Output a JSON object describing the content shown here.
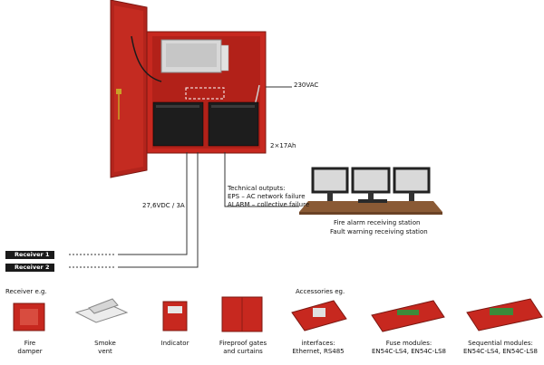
{
  "labels": {
    "voltage_ac": "230VAC",
    "battery": "2×17Ah",
    "output_dc": "27,6VDC / 3A",
    "tech_outputs": "Technical outputs:",
    "eps": "EPS – AC network failure",
    "alarm": "ALARM – collective failure",
    "station_fire": "Fire alarm receiving station",
    "station_fault": "Fault warning receiving station",
    "receiver1": "Receiver 1",
    "receiver2": "Receiver 2",
    "receiver_eg": "Receiver e.g.",
    "accessories_eg": "Accessories eg."
  },
  "receivers": [
    {
      "line1": "Fire",
      "line2": "damper"
    },
    {
      "line1": "Smoke",
      "line2": "vent"
    },
    {
      "line1": "Indicator",
      "line2": ""
    },
    {
      "line1": "Fireproof gates",
      "line2": "and curtains"
    }
  ],
  "accessories": [
    {
      "line1": "interfaces:",
      "line2": "Ethernet, RS485"
    },
    {
      "line1": "Fuse modules:",
      "line2": "EN54C-LS4, EN54C-LS8"
    },
    {
      "line1": "Sequential modules:",
      "line2": "EN54C-LS4, EN54C-LS8"
    }
  ],
  "colors": {
    "cabinet_red": "#c7281f",
    "battery_dark": "#1d1d1d",
    "desk": "#8a5a35",
    "pcb_green": "#3c8a3a"
  }
}
